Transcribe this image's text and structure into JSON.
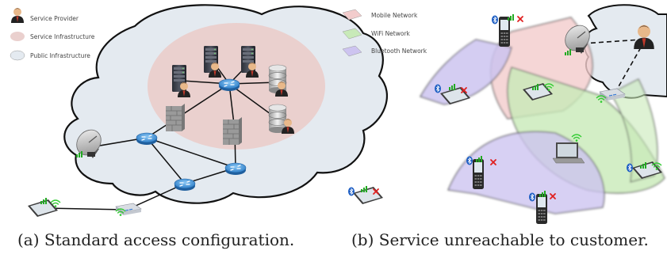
{
  "panel_a": {
    "caption": "(a) Standard access configuration.",
    "legend": [
      {
        "label": "Service Provider",
        "icon": "person-icon"
      },
      {
        "label": "Service Infrastructure",
        "color": "#ead0ce"
      },
      {
        "label": "Public Infrastructure",
        "color": "#e4eaf0"
      }
    ]
  },
  "panel_b": {
    "caption": "(b) Service unreachable to customer.",
    "legend": [
      {
        "label": "Mobile Network",
        "color": "#f2cccc"
      },
      {
        "label": "WiFi Network",
        "color": "#c8eab8"
      },
      {
        "label": "Bluetooth Network",
        "color": "#cdc4f0"
      }
    ]
  },
  "colors": {
    "cloud_fill": "#e4eaf0",
    "service_fill": "#ead0ce",
    "mobile": "#f2cccc",
    "wifi": "#c8eab8",
    "bluetooth": "#cdc4f0",
    "router": "#3a8fd6"
  }
}
